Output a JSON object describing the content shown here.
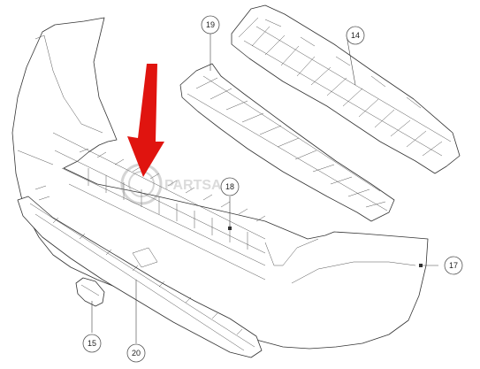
{
  "callouts": [
    {
      "id": "14",
      "label": "14"
    },
    {
      "id": "15",
      "label": "15"
    },
    {
      "id": "17",
      "label": "17"
    },
    {
      "id": "18",
      "label": "18"
    },
    {
      "id": "19",
      "label": "19"
    },
    {
      "id": "20",
      "label": "20"
    }
  ],
  "watermark": {
    "text": "PARTSAL"
  },
  "highlight_arrow_color": "#e0140f"
}
